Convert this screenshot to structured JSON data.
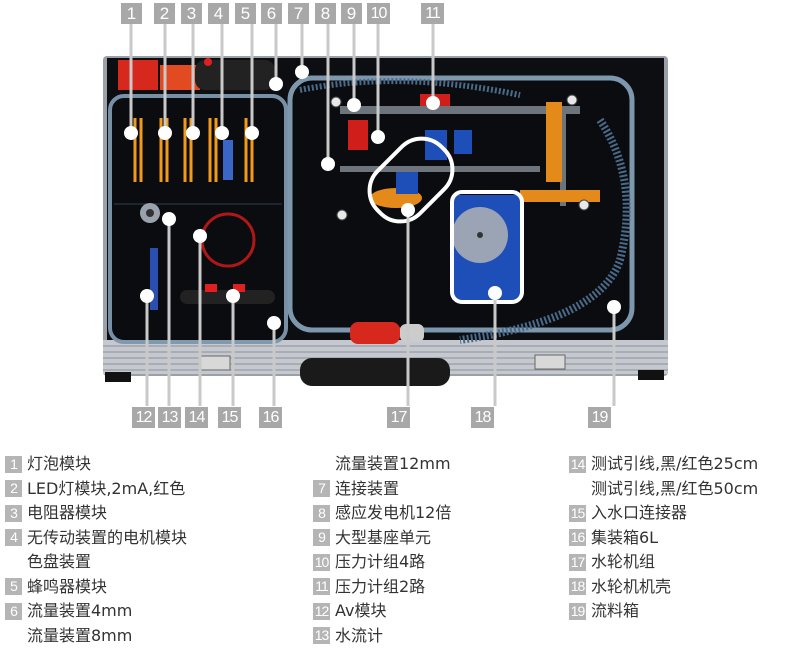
{
  "colors": {
    "tag_bg": "#a8a8a8",
    "legend_num_bg": "#b5b5b5",
    "case_frame": "#b8bcc2",
    "foam": "#0c0e12",
    "highlight_outline": "#ffffff",
    "orange_accent": "#f29a1a",
    "red_accent": "#e0281e",
    "blue_accent": "#1e4fb8"
  },
  "callouts_top": [
    "1",
    "2",
    "3",
    "4",
    "5",
    "6",
    "7",
    "8",
    "9",
    "10",
    "11"
  ],
  "callouts_bottom": [
    "12",
    "13",
    "14",
    "15",
    "16",
    "17",
    "18",
    "19"
  ],
  "legend": {
    "col1": [
      {
        "num": "1",
        "text": "灯泡模块"
      },
      {
        "num": "2",
        "text": "LED灯模块,2mA,红色"
      },
      {
        "num": "3",
        "text": "电阻器模块"
      },
      {
        "num": "4",
        "text": "无传动装置的电机模块"
      },
      {
        "num": "",
        "text": "色盘装置"
      },
      {
        "num": "5",
        "text": "蜂鸣器模块"
      },
      {
        "num": "6",
        "text": "流量装置4mm"
      },
      {
        "num": "",
        "text": "流量装置8mm"
      }
    ],
    "col2": [
      {
        "num": "",
        "text": "流量装置12mm"
      },
      {
        "num": "7",
        "text": "连接装置"
      },
      {
        "num": "8",
        "text": "感应发电机12倍"
      },
      {
        "num": "9",
        "text": "大型基座单元"
      },
      {
        "num": "10",
        "text": "压力计组4路"
      },
      {
        "num": "11",
        "text": "压力计组2路"
      },
      {
        "num": "12",
        "text": "Av模块"
      },
      {
        "num": "13",
        "text": "水流计"
      }
    ],
    "col3": [
      {
        "num": "14",
        "text": "测试引线,黑/红色25cm"
      },
      {
        "num": "",
        "text": "测试引线,黑/红色50cm"
      },
      {
        "num": "15",
        "text": "入水口连接器"
      },
      {
        "num": "16",
        "text": "集装箱6L"
      },
      {
        "num": "17",
        "text": "水轮机组"
      },
      {
        "num": "18",
        "text": "水轮机机壳"
      },
      {
        "num": "19",
        "text": "流料箱"
      }
    ]
  }
}
